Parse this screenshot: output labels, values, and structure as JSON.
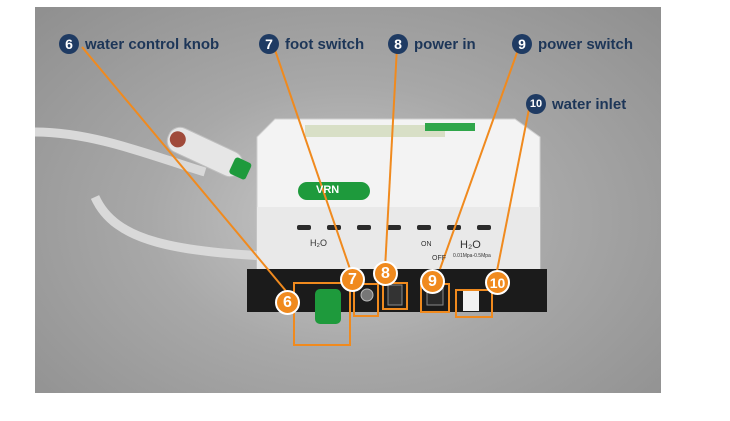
{
  "callouts": [
    {
      "num": "6",
      "label": "water control knob"
    },
    {
      "num": "7",
      "label": "foot switch"
    },
    {
      "num": "8",
      "label": "power in"
    },
    {
      "num": "9",
      "label": "power switch"
    },
    {
      "num": "10",
      "label": "water inlet"
    }
  ],
  "device": {
    "brand": "VRN",
    "panel_h2o": "H₂O",
    "panel_h2o_right": "H₂O",
    "pressure": "0.01Mpa-0.5Mpa",
    "power_on": "ON",
    "power_off": "OFF"
  },
  "colors": {
    "accent": "#f08a1e",
    "label": "#1d3658",
    "brand_green": "#1e9a3c"
  }
}
